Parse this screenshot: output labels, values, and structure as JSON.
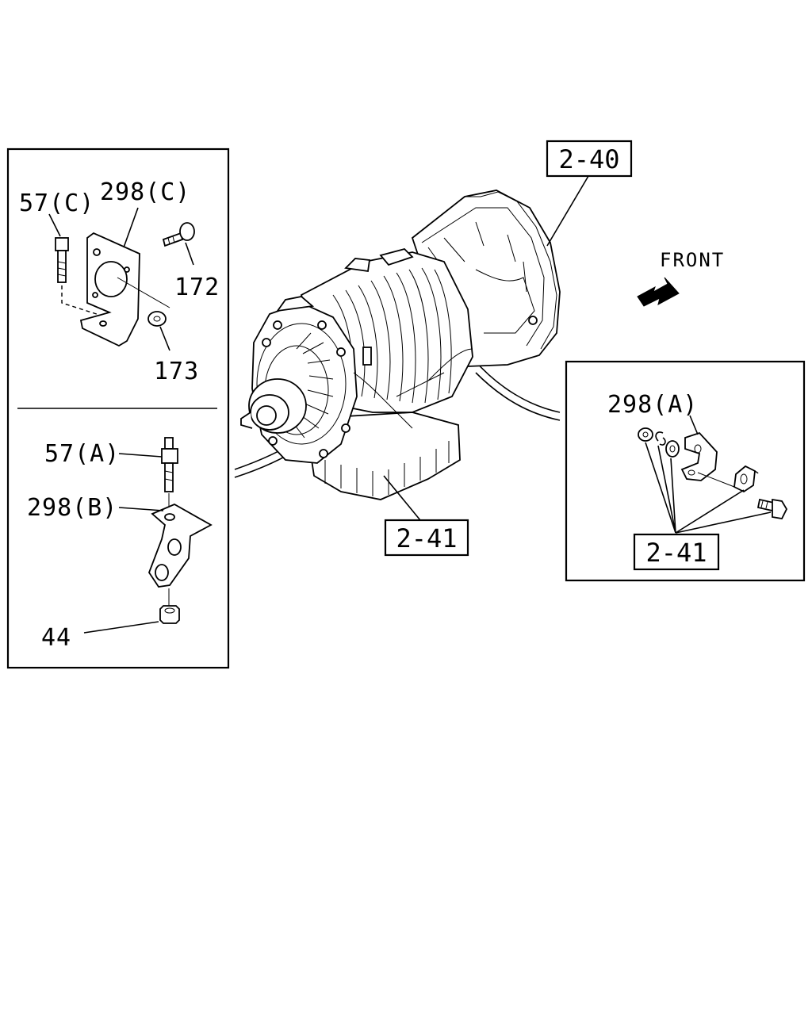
{
  "labels": {
    "left_top": {
      "bolt": "57(C)",
      "bracket": "298(C)",
      "screw": "172",
      "nut": "173"
    },
    "left_bottom": {
      "stud": "57(A)",
      "bracket": "298(B)",
      "nut": "44"
    },
    "right": {
      "bracket": "298(A)",
      "ref": "2-41"
    },
    "main": {
      "ref_top": "2-40",
      "ref_bottom": "2-41",
      "direction": "FRONT"
    }
  }
}
